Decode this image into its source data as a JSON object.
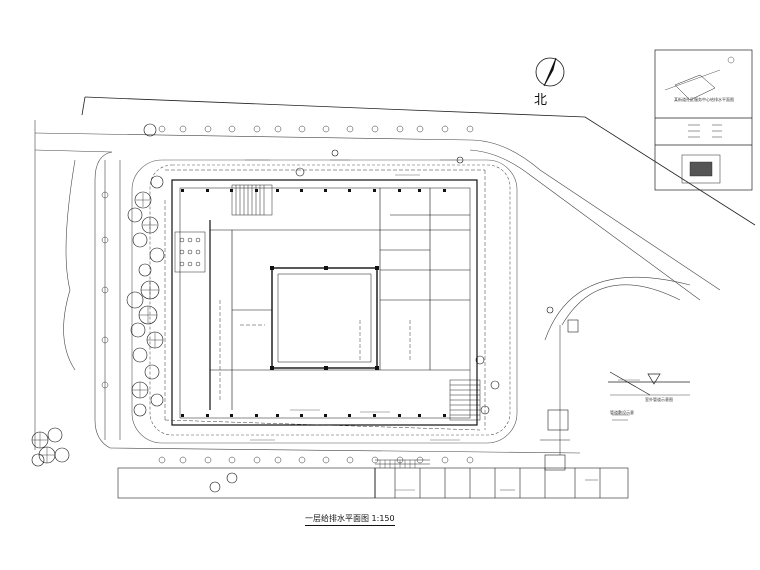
{
  "north_label": "北",
  "drawing_title": "一层给排水平面图 1:150",
  "colors": {
    "line": "#222222",
    "light": "#666666",
    "tree": "#111111",
    "hatch": "#444444"
  },
  "legend_note": "某街道社区服务中心给排水平面图",
  "detail_title": "室外管道示意图",
  "detail_note": "管道敷设示意"
}
